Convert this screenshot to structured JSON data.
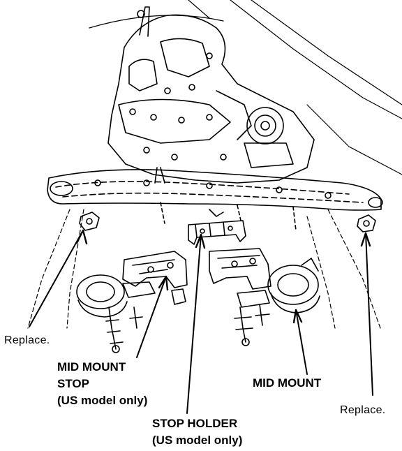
{
  "labels": {
    "replace_left": "Replace.",
    "replace_right": "Replace.",
    "mid_mount_stop_line1": "MID MOUNT",
    "mid_mount_stop_line2": "STOP",
    "mid_mount_stop_line3": "(US model only)",
    "mid_mount": "MID MOUNT",
    "stop_holder_line1": "STOP HOLDER",
    "stop_holder_line2": "(US model only)"
  },
  "colors": {
    "ink": "#000000",
    "paper": "#ffffff"
  }
}
